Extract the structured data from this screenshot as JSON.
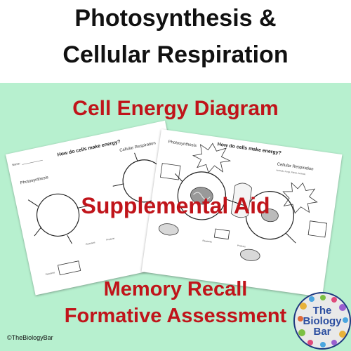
{
  "header": {
    "line1": "Photosynthesis &",
    "line2": "Cellular Respiration"
  },
  "panel": {
    "heading": "Cell Energy Diagram",
    "middle": "Supplemental Aid",
    "bottom_line1": "Memory Recall",
    "bottom_line2": "Formative Assessment"
  },
  "worksheets": {
    "left": {
      "question": "How do cells make energy?",
      "left_label": "Photosynthesis",
      "right_label": "Cellular Respiration",
      "name_label": "Name:",
      "reactants": "Reactants",
      "products": "Products"
    },
    "right": {
      "question": "How do cells make energy?",
      "left_label": "Photosynthesis",
      "right_label": "Cellular Respiration",
      "names": "Animals, Fungi, Plants, Animals",
      "reactants": "Reactants",
      "products": "Products"
    }
  },
  "copyright": "©TheBiologyBar",
  "logo": {
    "line1": "The",
    "line2": "Biology",
    "line3": "Bar"
  },
  "colors": {
    "panel_bg": "#b7f0cf",
    "accent_red": "#c0141a",
    "logo_blue": "#2c4ea0"
  }
}
